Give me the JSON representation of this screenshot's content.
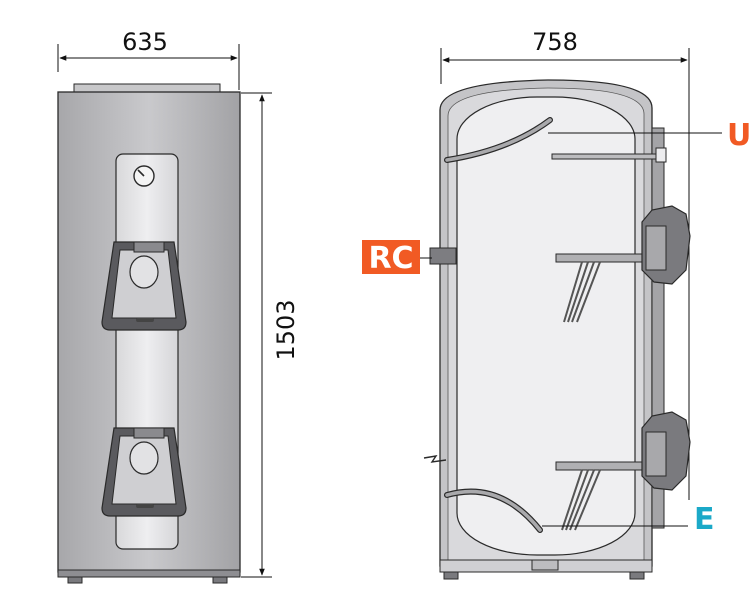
{
  "dimensions": {
    "front_width": "635",
    "front_height": "1503",
    "section_width": "758"
  },
  "markers": {
    "recirculation": "RC",
    "outlet": "U",
    "inlet": "E"
  },
  "colors": {
    "rc_badge": "#f15a24",
    "outlet_label": "#f15a24",
    "inlet_label": "#1ba9c8",
    "shell": "#b5b5b8",
    "dark_trim": "#555558",
    "tank_inner": "#ececee",
    "outline": "#2a2a2a"
  }
}
